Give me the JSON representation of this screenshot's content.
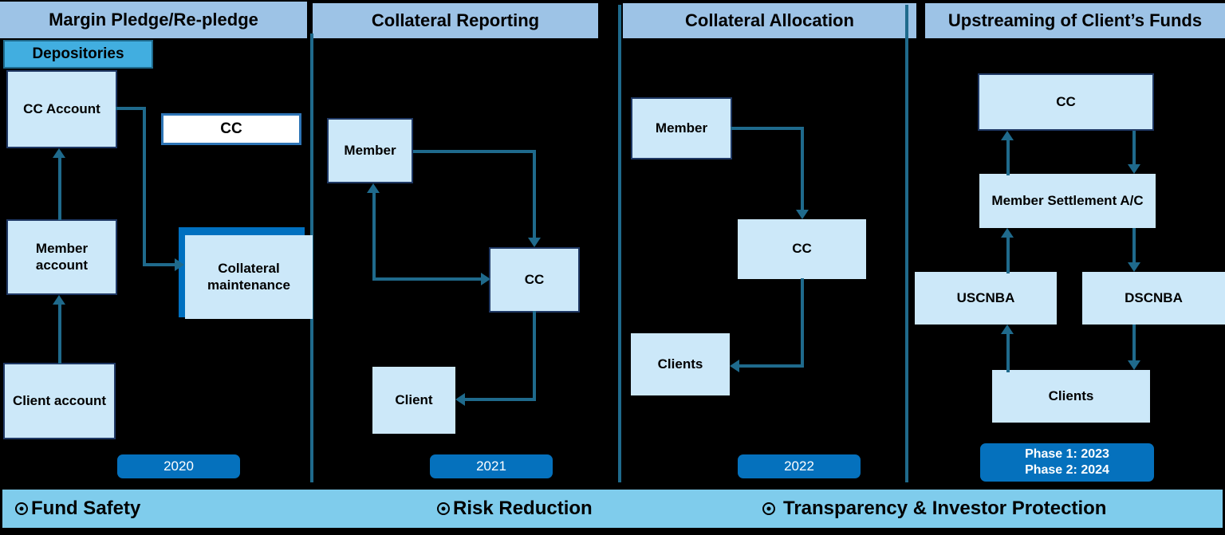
{
  "panels": [
    {
      "title": "Margin Pledge/Re-pledge",
      "year_label": "2020",
      "nodes": {
        "depositories": "Depositories",
        "cc_account": "CC Account",
        "cc": "CC",
        "member_account": "Member account",
        "collateral_maintenance": "Collateral maintenance",
        "client_account": "Client account"
      }
    },
    {
      "title": "Collateral Reporting",
      "year_label": "2021",
      "nodes": {
        "member": "Member",
        "cc": "CC",
        "client": "Client"
      }
    },
    {
      "title": "Collateral Allocation",
      "year_label": "2022",
      "nodes": {
        "member": "Member",
        "cc": "CC",
        "clients": "Clients"
      }
    },
    {
      "title": "Upstreaming of Client’s Funds",
      "year_label_line1": "Phase 1: 2023",
      "year_label_line2": "Phase 2: 2024",
      "nodes": {
        "cc": "CC",
        "member_settlement": "Member Settlement A/C",
        "uscnba": "USCNBA",
        "dscnba": "DSCNBA",
        "clients": "Clients"
      }
    }
  ],
  "footer": {
    "items": [
      {
        "icon": "target-bullet-icon",
        "label": "Fund Safety"
      },
      {
        "icon": "target-bullet-icon",
        "label": "Risk Reduction"
      },
      {
        "icon": "target-bullet-icon",
        "label": "Transparency & Investor Protection"
      }
    ]
  },
  "colors": {
    "background": "#000000",
    "panel_header": "#9DC3E6",
    "node_fill": "#CCE8F9",
    "node_border": "#1F3864",
    "accent_blue": "#0571BD",
    "depositories_fill": "#41AEE0",
    "connector": "#1F6A8C",
    "footer_banner": "#7FCCEC",
    "shadow": "#0070C0"
  }
}
